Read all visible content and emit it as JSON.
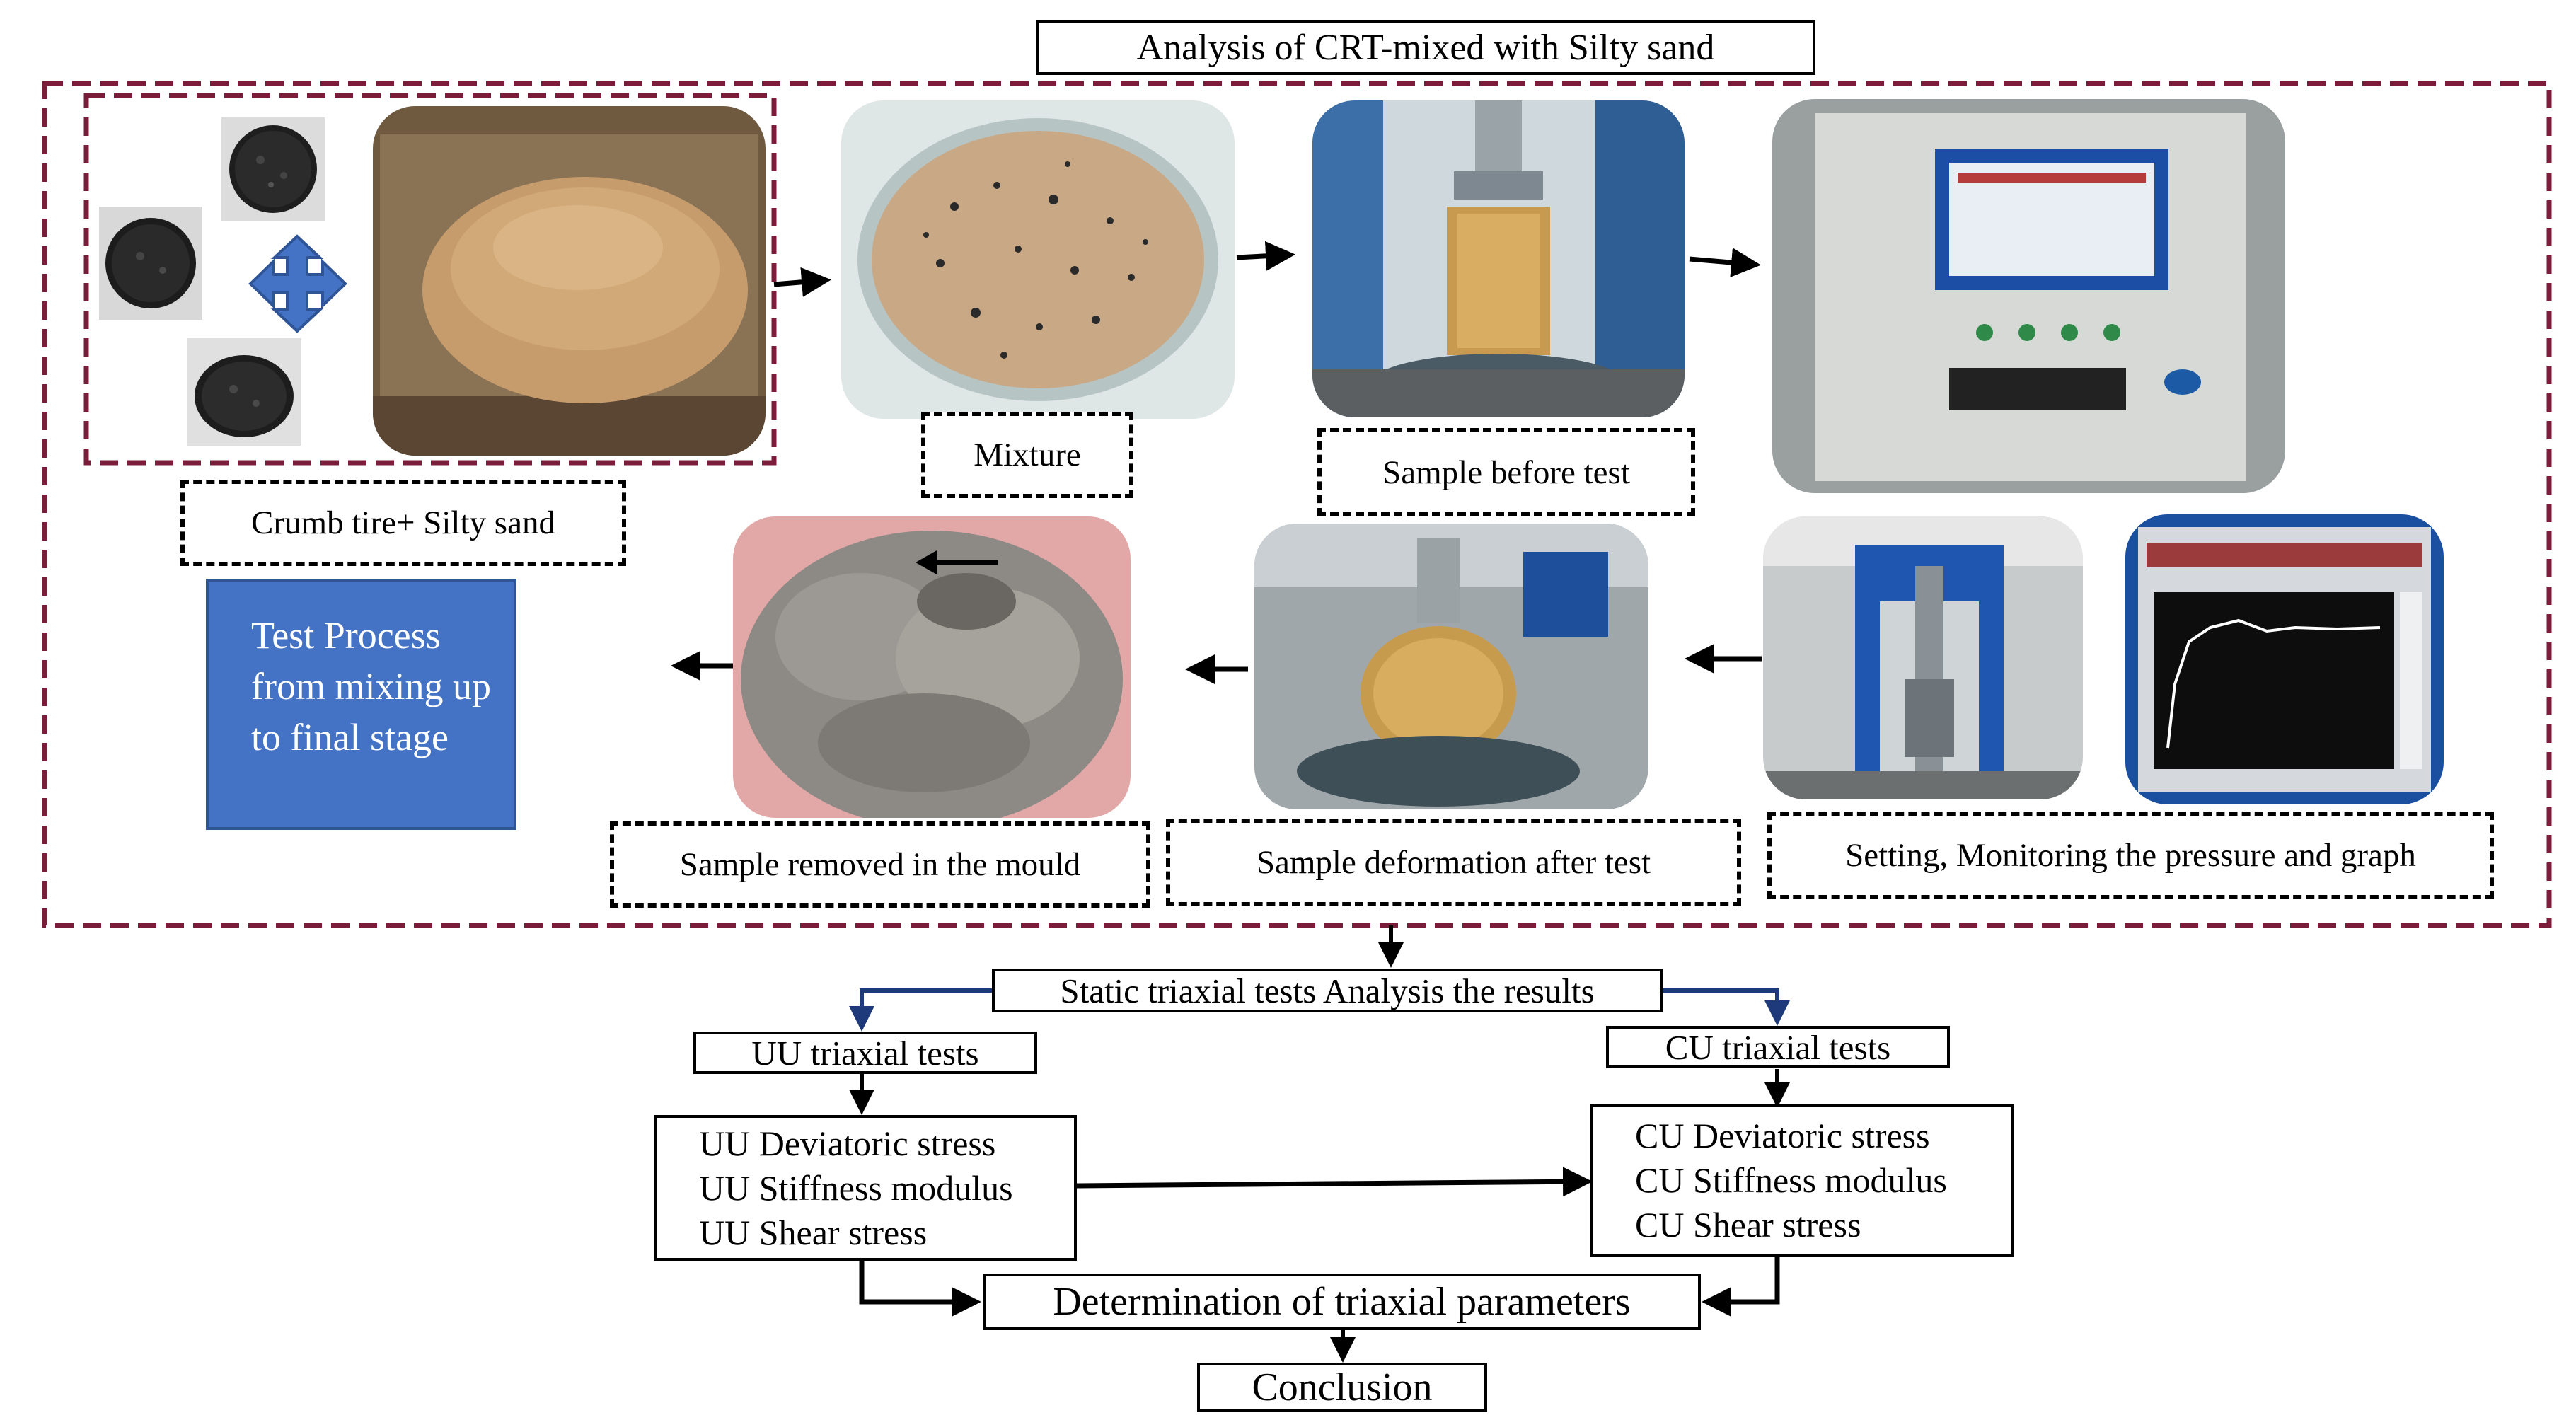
{
  "title": "Analysis of CRT-mixed with Silty sand",
  "process": {
    "crumb_label": "Crumb tire+ Silty sand",
    "mixture_label": "Mixture",
    "sample_before_label": "Sample before test",
    "setting_label": "Setting, Monitoring the pressure and graph",
    "deformation_label": "Sample deformation after test",
    "removed_label": "Sample removed in the mould",
    "note_label": "Test Process from mixing up to final stage"
  },
  "analysis": {
    "static_label": "Static triaxial tests Analysis the results",
    "uu_label": "UU triaxial tests",
    "cu_label": "CU triaxial tests",
    "uu_params": [
      "UU Deviatoric stress",
      "UU Stiffness modulus",
      "UU Shear stress"
    ],
    "cu_params": [
      "CU Deviatoric stress",
      "CU Stiffness modulus",
      "CU Shear stress"
    ],
    "determination_label": "Determination of triaxial parameters",
    "conclusion_label": "Conclusion"
  },
  "colors": {
    "frame_border": "#7b1c3a",
    "note_fill": "#4472c4",
    "branch_line": "#1f3a7a",
    "sand": "#c69c6d"
  }
}
